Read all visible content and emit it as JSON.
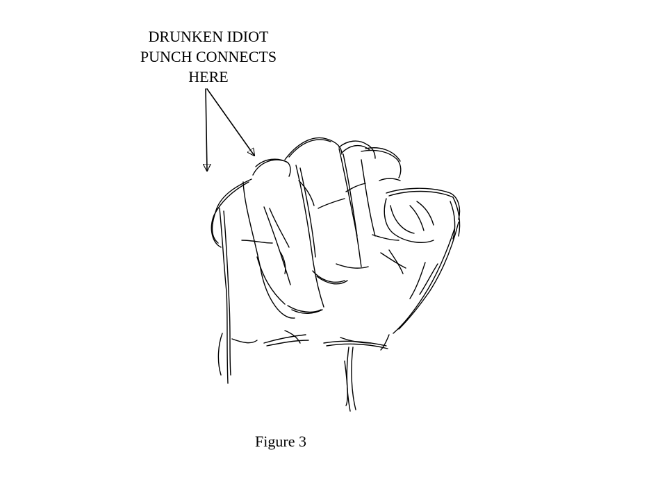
{
  "annotation": {
    "lines": [
      "DRUNKEN IDIOT",
      "PUNCH CONNECTS",
      "HERE"
    ]
  },
  "caption": "Figure 3",
  "colors": {
    "ink": "#000000",
    "background": "#ffffff"
  },
  "icons": {
    "figure": "fist-sketch",
    "pointers": "arrow-pointer"
  }
}
